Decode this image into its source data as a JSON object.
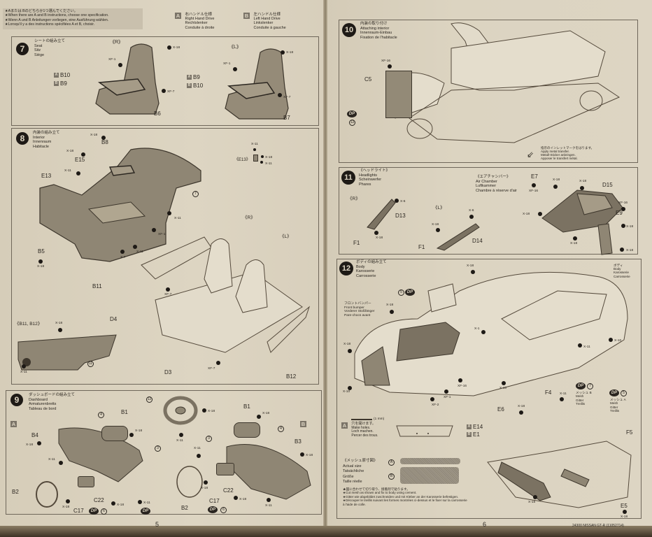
{
  "header": {
    "notice_lines": [
      "★Aまたは Bのどちらか1つ選んでください。",
      "★When there are A and B instructions, choose one specification.",
      "★Wenn A und B Anleitungen vorliegen, eine Ausführung wählen.",
      "★Lorsqu'il y a des instructions spécifiées A et B, choisir."
    ],
    "spec_a": {
      "badge": "A",
      "jp": "右ハンドル仕様",
      "en": "Right Hand Drive",
      "de": "Rechtslenker",
      "fr": "Conduite à droite"
    },
    "spec_b": {
      "badge": "B",
      "jp": "左ハンドル仕様",
      "en": "Left Hand Drive",
      "de": "Linkslenker",
      "fr": "Conduite à gauche"
    }
  },
  "steps": {
    "s7": {
      "number": "7",
      "jp": "シートの組み立て",
      "en": "Seat",
      "de": "Sitz",
      "fr": "Siège",
      "right": {
        "side": "《R》",
        "a_part": "B10",
        "b_part": "B9",
        "base": "B6",
        "paints": [
          "X-18",
          "XF-1",
          "XF-7"
        ]
      },
      "left": {
        "side": "《L》",
        "a_part": "B9",
        "b_part": "B10",
        "base": "B7",
        "paints": [
          "X-18",
          "XF-1",
          "XF-7"
        ]
      }
    },
    "s8": {
      "number": "8",
      "jp": "内装の組み立て",
      "en": "Interior",
      "de": "Innenraum",
      "fr": "Habitacle",
      "parts": [
        "B8",
        "E15",
        "E13",
        "B5",
        "B11",
        "D4",
        "D3",
        "B12"
      ],
      "paints": [
        "X-18",
        "X-18",
        "X-11",
        "X-11",
        "XF-1",
        "X-11",
        "X-7",
        "X-18",
        "XF-7",
        "XF-7"
      ],
      "ref_step": "7",
      "detail_e13": {
        "label": "《E13》",
        "paints": [
          "X-11",
          "X-18",
          "X-11"
        ]
      },
      "side_r": "《R》",
      "side_l": "《L》",
      "detail_door": {
        "label": "《B11, B12》",
        "paints": [
          "X-18",
          "X-11"
        ],
        "ref_step": "11"
      }
    },
    "s9": {
      "number": "9",
      "jp": "ダッシュボードの組み立て",
      "en": "Dashboard",
      "de": "Armaturenbretts",
      "fr": "Tableau de bord",
      "a": {
        "badge": "A",
        "parts": [
          "B1",
          "B4",
          "B2",
          "C22",
          "C17"
        ],
        "paints": [
          "X-18",
          "X-18",
          "X-11",
          "X-18",
          "X-18",
          "X-11"
        ],
        "refs": [
          "4",
          "3"
        ],
        "dp_num": "6"
      },
      "wheel": {
        "ref": "12",
        "paints": [
          "X-18",
          "X-11"
        ]
      },
      "b": {
        "badge": "B",
        "parts": [
          "B1",
          "B3",
          "B2",
          "C22",
          "C17"
        ],
        "paints": [
          "X-18",
          "X-18",
          "X-11",
          "X-18",
          "X-18",
          "X-11"
        ],
        "refs": [
          "3",
          "4"
        ],
        "dp_num": "6"
      }
    },
    "s10": {
      "number": "10",
      "jp": "内装の取り付け",
      "en": "Attaching interior",
      "de": "Innenraum-Einbau",
      "fr": "Fixation de l'habitacle",
      "parts": [
        "C5"
      ],
      "paints": [
        "XF-16"
      ],
      "dp": "DP",
      "dp_num": "12",
      "transfer_note": {
        "jp": "指示のインレットマークをはります。",
        "en": "Apply metal transfer.",
        "de": "Metall-Sticker anbringen.",
        "fr": "Apposer le transfert métal."
      }
    },
    "s11": {
      "number": "11",
      "jp": "《ヘッドライト》",
      "en": "Headlights",
      "de": "Scheinwerfer",
      "fr": "Phares",
      "right": {
        "side": "《R》",
        "parts": [
          "D13",
          "F1"
        ],
        "paints": [
          "X-6",
          "X-18"
        ]
      },
      "left": {
        "side": "《L》",
        "parts": [
          "D14",
          "F1"
        ],
        "paints": [
          "X-6",
          "X-18"
        ]
      },
      "air_chamber": {
        "jp": "《エアチャンバー》",
        "en": "Air Chamber",
        "de": "Luftkammer",
        "fr": "Chambre à réserve d'air",
        "parts": [
          "E7",
          "D15",
          "E9"
        ],
        "paints": [
          "XF-16",
          "X-18",
          "X-18",
          "XF-16",
          "X-18",
          "X-18",
          "X-18",
          "X-18"
        ]
      }
    },
    "s12": {
      "number": "12",
      "jp": "ボディの組み立て",
      "en": "Body",
      "de": "Karosserie",
      "fr": "Carrosserie",
      "body_label": {
        "jp": "ボディ",
        "en": "Body",
        "de": "Karosserie",
        "fr": "Carrosserie"
      },
      "front_bumper": {
        "jp": "フロントバンパー",
        "en": "Front bumper",
        "de": "Vorderer Stoßfänger",
        "fr": "Pare-chocs avant"
      },
      "paints": [
        "X-18",
        "X-18",
        "X-1",
        "X-11",
        "X-10",
        "X-18",
        "X-10",
        "XF-16",
        "XF-1",
        "XF-2",
        "X-10"
      ],
      "dp_num": "5",
      "holes": {
        "badge": "A",
        "scale": "(1 mm)",
        "jp": "穴を開けます。",
        "en": "Make holes.",
        "de": "Loch machen.",
        "fr": "Percer des trous."
      },
      "mesh_size": {
        "jp": "《メッシュ原寸図》",
        "en": "Actual size",
        "de": "Tatsächliche",
        "de2": "Größe",
        "fr": "Taille réelle",
        "a": "A",
        "b": "B"
      },
      "mesh_note": [
        "★図に合わせて切り取り、接着剤で貼ります。",
        "★Cut mesh as shown and fix to body using cement.",
        "★Gitter wie abgebildet zuschneiden und mit Kleber an der Karosserie befestigen.",
        "★Découper le treillis suivant les formes montrées ci-dessus et le fixer sur la carrosserie à l'aide de colle."
      ],
      "rear": {
        "parts_a": "E14",
        "parts_b": "E1",
        "parts": [
          "E6",
          "F4",
          "F5",
          "E5"
        ],
        "paints": [
          "X-18",
          "X-11",
          "X-18",
          "X-18"
        ],
        "mesh_b": {
          "dp_num": "7",
          "jp": "メッシュ B",
          "en": "Mesh",
          "de": "Gitter",
          "fr": "Treillis"
        },
        "mesh_a": {
          "dp_num": "5",
          "jp": "メッシュ A",
          "en": "Mesh",
          "de": "Gitter",
          "fr": "Treillis"
        }
      }
    }
  },
  "footer": {
    "page_left": "5",
    "page_right": "6",
    "product": "24300 NISSAN GT-R (11052714)"
  }
}
